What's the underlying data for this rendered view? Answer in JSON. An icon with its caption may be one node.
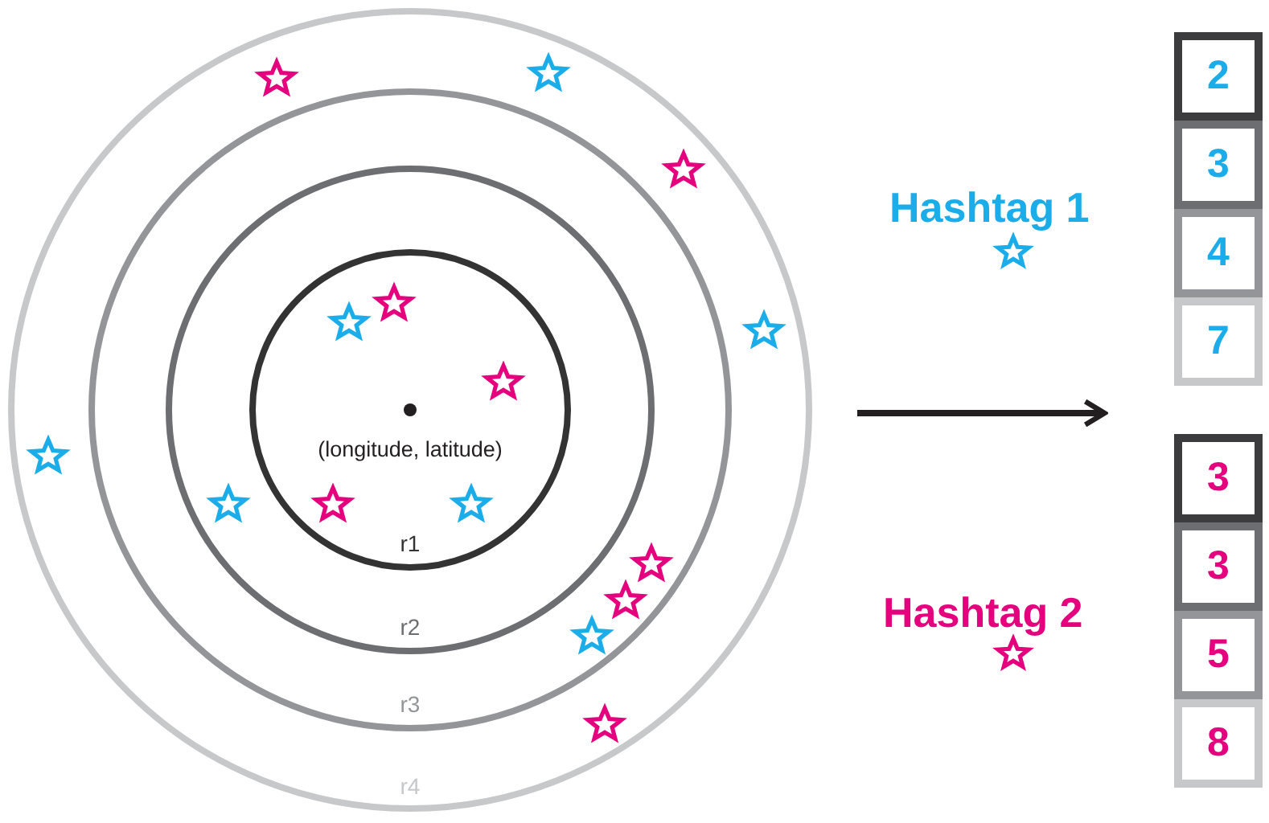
{
  "diagram": {
    "nodes": [
      {
        "text": [
          "r4"
        ]
      },
      {
        "text": [
          "r3"
        ],
        "in": 0
      },
      {
        "text": [
          "r2"
        ],
        "in": 1
      },
      {
        "text": [
          "(longitude, latitude)",
          "r1"
        ],
        "in": 2
      },
      {
        "text": [
          "2"
        ]
      },
      {
        "text": [
          "3"
        ]
      },
      {
        "text": [
          "4"
        ]
      },
      {
        "text": [
          "7"
        ]
      },
      {
        "text": [
          "3"
        ]
      },
      {
        "text": [
          "3"
        ]
      },
      {
        "text": [
          "5"
        ]
      },
      {
        "text": [
          "8"
        ]
      }
    ],
    "legend": [
      {
        "text": "Hashtag 1"
      },
      {
        "text": "Hashtag 2"
      }
    ]
  }
}
